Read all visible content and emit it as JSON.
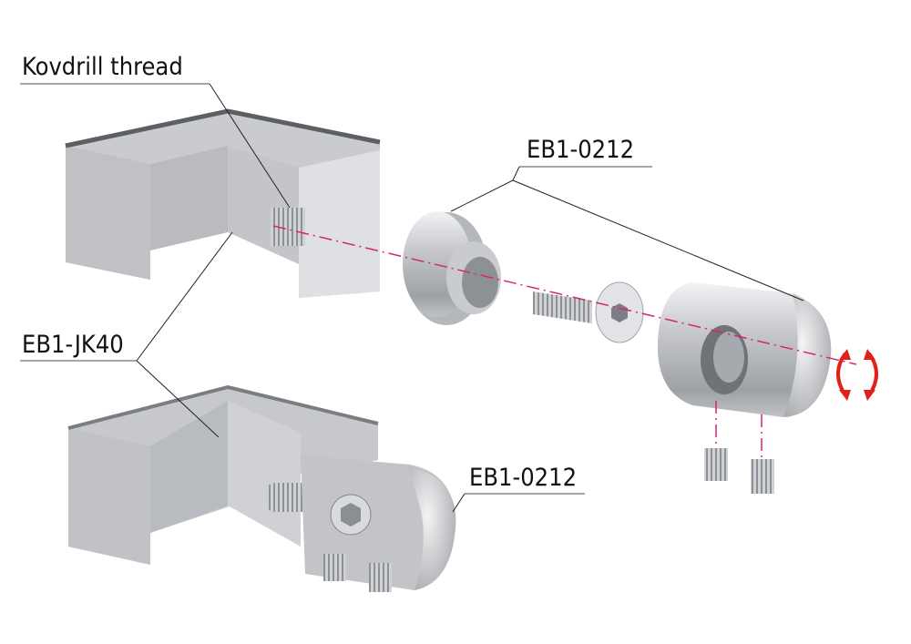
{
  "labels": {
    "thread": "Kovdrill thread",
    "connector_top": "EB1-0212",
    "profile": "EB1-JK40",
    "connector_bottom": "EB1-0212"
  },
  "colors": {
    "metal_light": "#d4d6da",
    "metal_mid": "#b3b6bb",
    "metal_dark": "#6b6e72",
    "axis": "#d6247a",
    "rotate_arrow": "#e0201b"
  }
}
